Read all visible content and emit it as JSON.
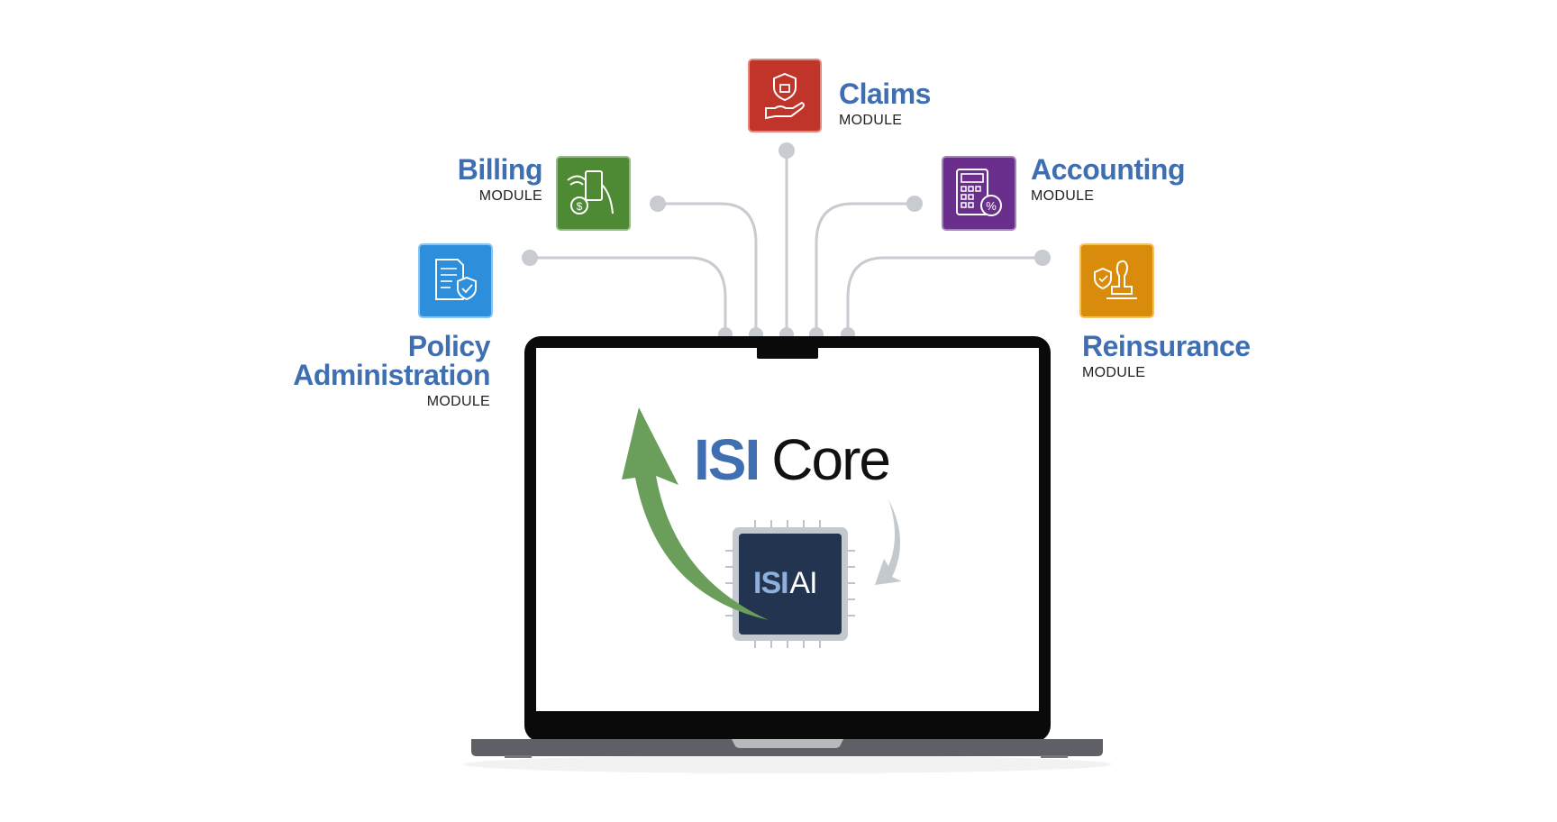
{
  "modules": [
    {
      "id": "claims",
      "title": "Claims",
      "subtitle": "MODULE",
      "color": "#c0342a",
      "icon": "hand-shield-lock-icon"
    },
    {
      "id": "billing",
      "title": "Billing",
      "subtitle": "MODULE",
      "color": "#4e8a34",
      "icon": "phone-payment-icon"
    },
    {
      "id": "accounting",
      "title": "Accounting",
      "subtitle": "MODULE",
      "color": "#6a2f8c",
      "icon": "calculator-percent-icon"
    },
    {
      "id": "policy",
      "title_line1": "Policy",
      "title_line2": "Administration",
      "subtitle": "MODULE",
      "color": "#2d8fdc",
      "icon": "document-shield-icon"
    },
    {
      "id": "reinsurance",
      "title": "Reinsurance",
      "subtitle": "MODULE",
      "color": "#d98b0c",
      "icon": "stamp-shield-icon"
    }
  ],
  "core": {
    "brand": "ISI",
    "name": "Core"
  },
  "chip": {
    "brand": "ISI",
    "name": "AI"
  },
  "colors": {
    "title_blue": "#3f6fb0",
    "connector": "#c8cbd0",
    "arrow_green": "#6b9e5a",
    "chip_navy": "#22344f"
  }
}
